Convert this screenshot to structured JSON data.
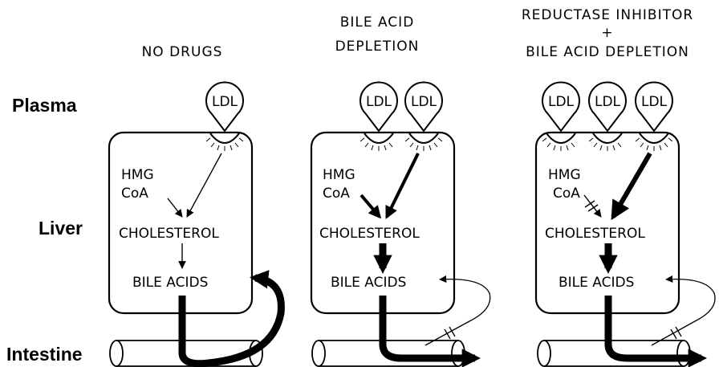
{
  "row_labels": {
    "plasma": "Plasma",
    "liver": "Liver",
    "intestine": "Intestine"
  },
  "panels": [
    {
      "title_lines": [
        "NO DRUGS"
      ],
      "ldl_label": "LDL",
      "hmg_line1": "HMG",
      "hmg_line2": "CoA",
      "cholesterol": "CHOLESTEROL",
      "bile_acids": "BILE ACIDS"
    },
    {
      "title_lines": [
        "BILE ACID",
        "DEPLETION"
      ],
      "ldl_label": "LDL",
      "hmg_line1": "HMG",
      "hmg_line2": "CoA",
      "cholesterol": "CHOLESTEROL",
      "bile_acids": "BILE ACIDS"
    },
    {
      "title_lines": [
        "REDUCTASE INHIBITOR",
        "+",
        "BILE ACID DEPLETION"
      ],
      "ldl_label": "LDL",
      "hmg_line1": "HMG",
      "hmg_line2": "CoA",
      "cholesterol": "CHOLESTEROL",
      "bile_acids": "BILE ACIDS"
    }
  ]
}
